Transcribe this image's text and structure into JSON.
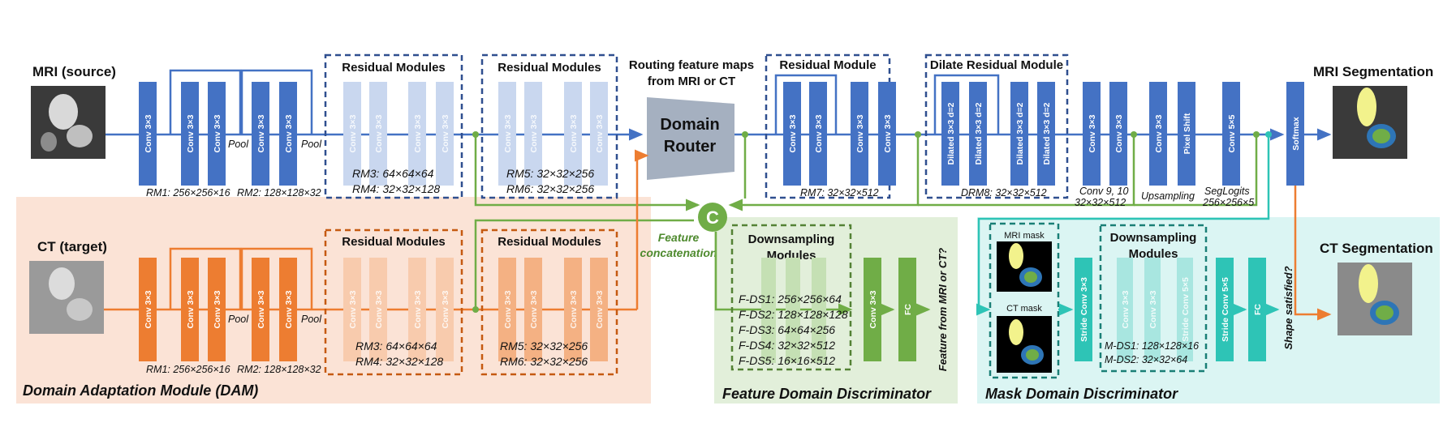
{
  "colors": {
    "mri_blue": "#4472c4",
    "ct_orange": "#ed7d31",
    "feature_green": "#70ad47",
    "mask_teal": "#2ec4b6",
    "router_gray": "#a5b0c0",
    "dam_panel": "#fbe3d6",
    "fdd_panel": "#e2efda",
    "mdd_panel": "#dbf5f3"
  },
  "titles": {
    "mri_source": "MRI (source)",
    "ct_target": "CT (target)",
    "mri_seg": "MRI Segmentation",
    "ct_seg": "CT Segmentation",
    "routing": "Routing feature maps",
    "routing2": "from MRI or CT",
    "domain_router_1": "Domain",
    "domain_router_2": "Router",
    "feature_concat_1": "Feature",
    "feature_concat_2": "concatenation",
    "concat_symbol": "C",
    "dam": "Domain Adaptation Module (DAM)",
    "fdd": "Feature Domain Discriminator",
    "mdd": "Mask Domain Discriminator"
  },
  "blocks": {
    "conv3": "Conv 3×3",
    "conv5": "Conv 5×5",
    "softmax": "Softmax",
    "pixel_shift": "Pixel Shift",
    "dilated": "Dilated 3×3 d=2",
    "fc": "FC",
    "stride_conv3": "Stride Conv 3×3",
    "stride_conv5": "Stride Conv 5×5",
    "pool": "Pool"
  },
  "groups": {
    "residual_modules": "Residual Modules",
    "residual_module": "Residual Module",
    "dilate_residual": "Dilate Residual Module",
    "downsampling_1": "Downsampling",
    "downsampling_2": "Modules"
  },
  "annotations": {
    "rm1": "RM1: 256×256×16",
    "rm2": "RM2: 128×128×32",
    "rm3": "RM3: 64×64×64",
    "rm4": "RM4: 32×32×128",
    "rm5": "RM5: 32×32×256",
    "rm6": "RM6: 32×32×256",
    "rm7": "RM7: 32×32×512",
    "drm8": "DRM8: 32×32×512",
    "conv910_1": "Conv 9, 10",
    "conv910_2": "32×32×512",
    "upsampling": "Upsampling",
    "seglogits_1": "SegLogits",
    "seglogits_2": "256×256×5",
    "fds1": "F-DS1: 256×256×64",
    "fds2": "F-DS2: 128×128×128",
    "fds3": "F-DS3: 64×64×256",
    "fds4": "F-DS4: 32×32×512",
    "fds5": "F-DS5: 16×16×512",
    "feature_from": "Feature from MRI or CT?",
    "mri_mask": "MRI mask",
    "ct_mask": "CT mask",
    "mds1": "M-DS1: 128×128×16",
    "mds2": "M-DS2: 32×32×64",
    "shape_satisfied": "Shape satisfied?"
  }
}
